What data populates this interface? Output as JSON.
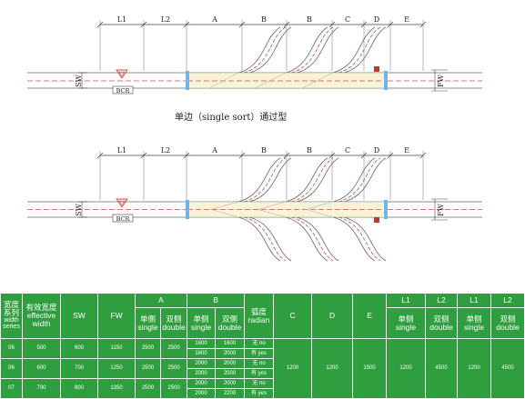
{
  "colors": {
    "table_fill": "#2f9e3f",
    "line": "#555555",
    "red_dash": "#d14a4a",
    "blue_joint": "#6fb6e6",
    "highlight": "#f6f3d6",
    "pipe": "#e9e2c2"
  },
  "diagram_top": {
    "dims": {
      "L1": "L1",
      "L2": "L2",
      "A": "A",
      "B1": "B",
      "B2": "B",
      "C": "C",
      "D": "D",
      "E": "E"
    },
    "sw": "SW",
    "fw": "FW",
    "bcr": "BCR",
    "caption": "单边（single sort）通过型"
  },
  "diagram_bottom": {
    "dims": {
      "L1": "L1",
      "L2": "L2",
      "A": "A",
      "B1": "B",
      "B2": "B",
      "C": "C",
      "D": "D",
      "E": "E"
    },
    "sw": "SW",
    "fw": "FW",
    "bcr": "BCR"
  },
  "table": {
    "headers": {
      "width_series_cn": "宽度系列",
      "width_series_en": "width series",
      "effective_width_cn": "有效宽度",
      "effective_width_en": "effective width",
      "sw": "SW",
      "fw": "FW",
      "a": "A",
      "b": "B",
      "radian_cn": "弧度",
      "radian_en": "radian",
      "c": "C",
      "d": "D",
      "e": "E",
      "l1": "L1",
      "l2": "L2",
      "l1b": "L1",
      "l2b": "L2",
      "single_cn": "单侧",
      "single_en": "single",
      "double_cn": "双侧",
      "double_en": "double"
    },
    "rows": [
      {
        "series": "06",
        "eff": "500",
        "sw": "600",
        "fw": "1150",
        "a_single": "2500",
        "a_double": "2500",
        "b": [
          [
            "1600",
            "1600"
          ],
          [
            "1600",
            "2000"
          ]
        ],
        "radian": [
          "无 no",
          "有 yes"
        ]
      },
      {
        "series": "06",
        "eff": "600",
        "sw": "700",
        "fw": "1250",
        "a_single": "2500",
        "a_double": "2500",
        "b": [
          [
            "2000",
            "2000"
          ],
          [
            "2000",
            "2000"
          ]
        ],
        "radian": [
          "无 no",
          "有 yes"
        ]
      },
      {
        "series": "07",
        "eff": "700",
        "sw": "800",
        "fw": "1350",
        "a_single": "2500",
        "a_double": "2500",
        "b": [
          [
            "2000",
            "2000"
          ],
          [
            "2000",
            "2200"
          ]
        ],
        "radian": [
          "无 no",
          "有 yes"
        ]
      }
    ],
    "shared": {
      "c": "1200",
      "d": "1200",
      "e": "1500",
      "l1_single": "1200",
      "l2_double": "4500",
      "l1_single_b": "1200",
      "l2_double_b": "4500"
    }
  }
}
